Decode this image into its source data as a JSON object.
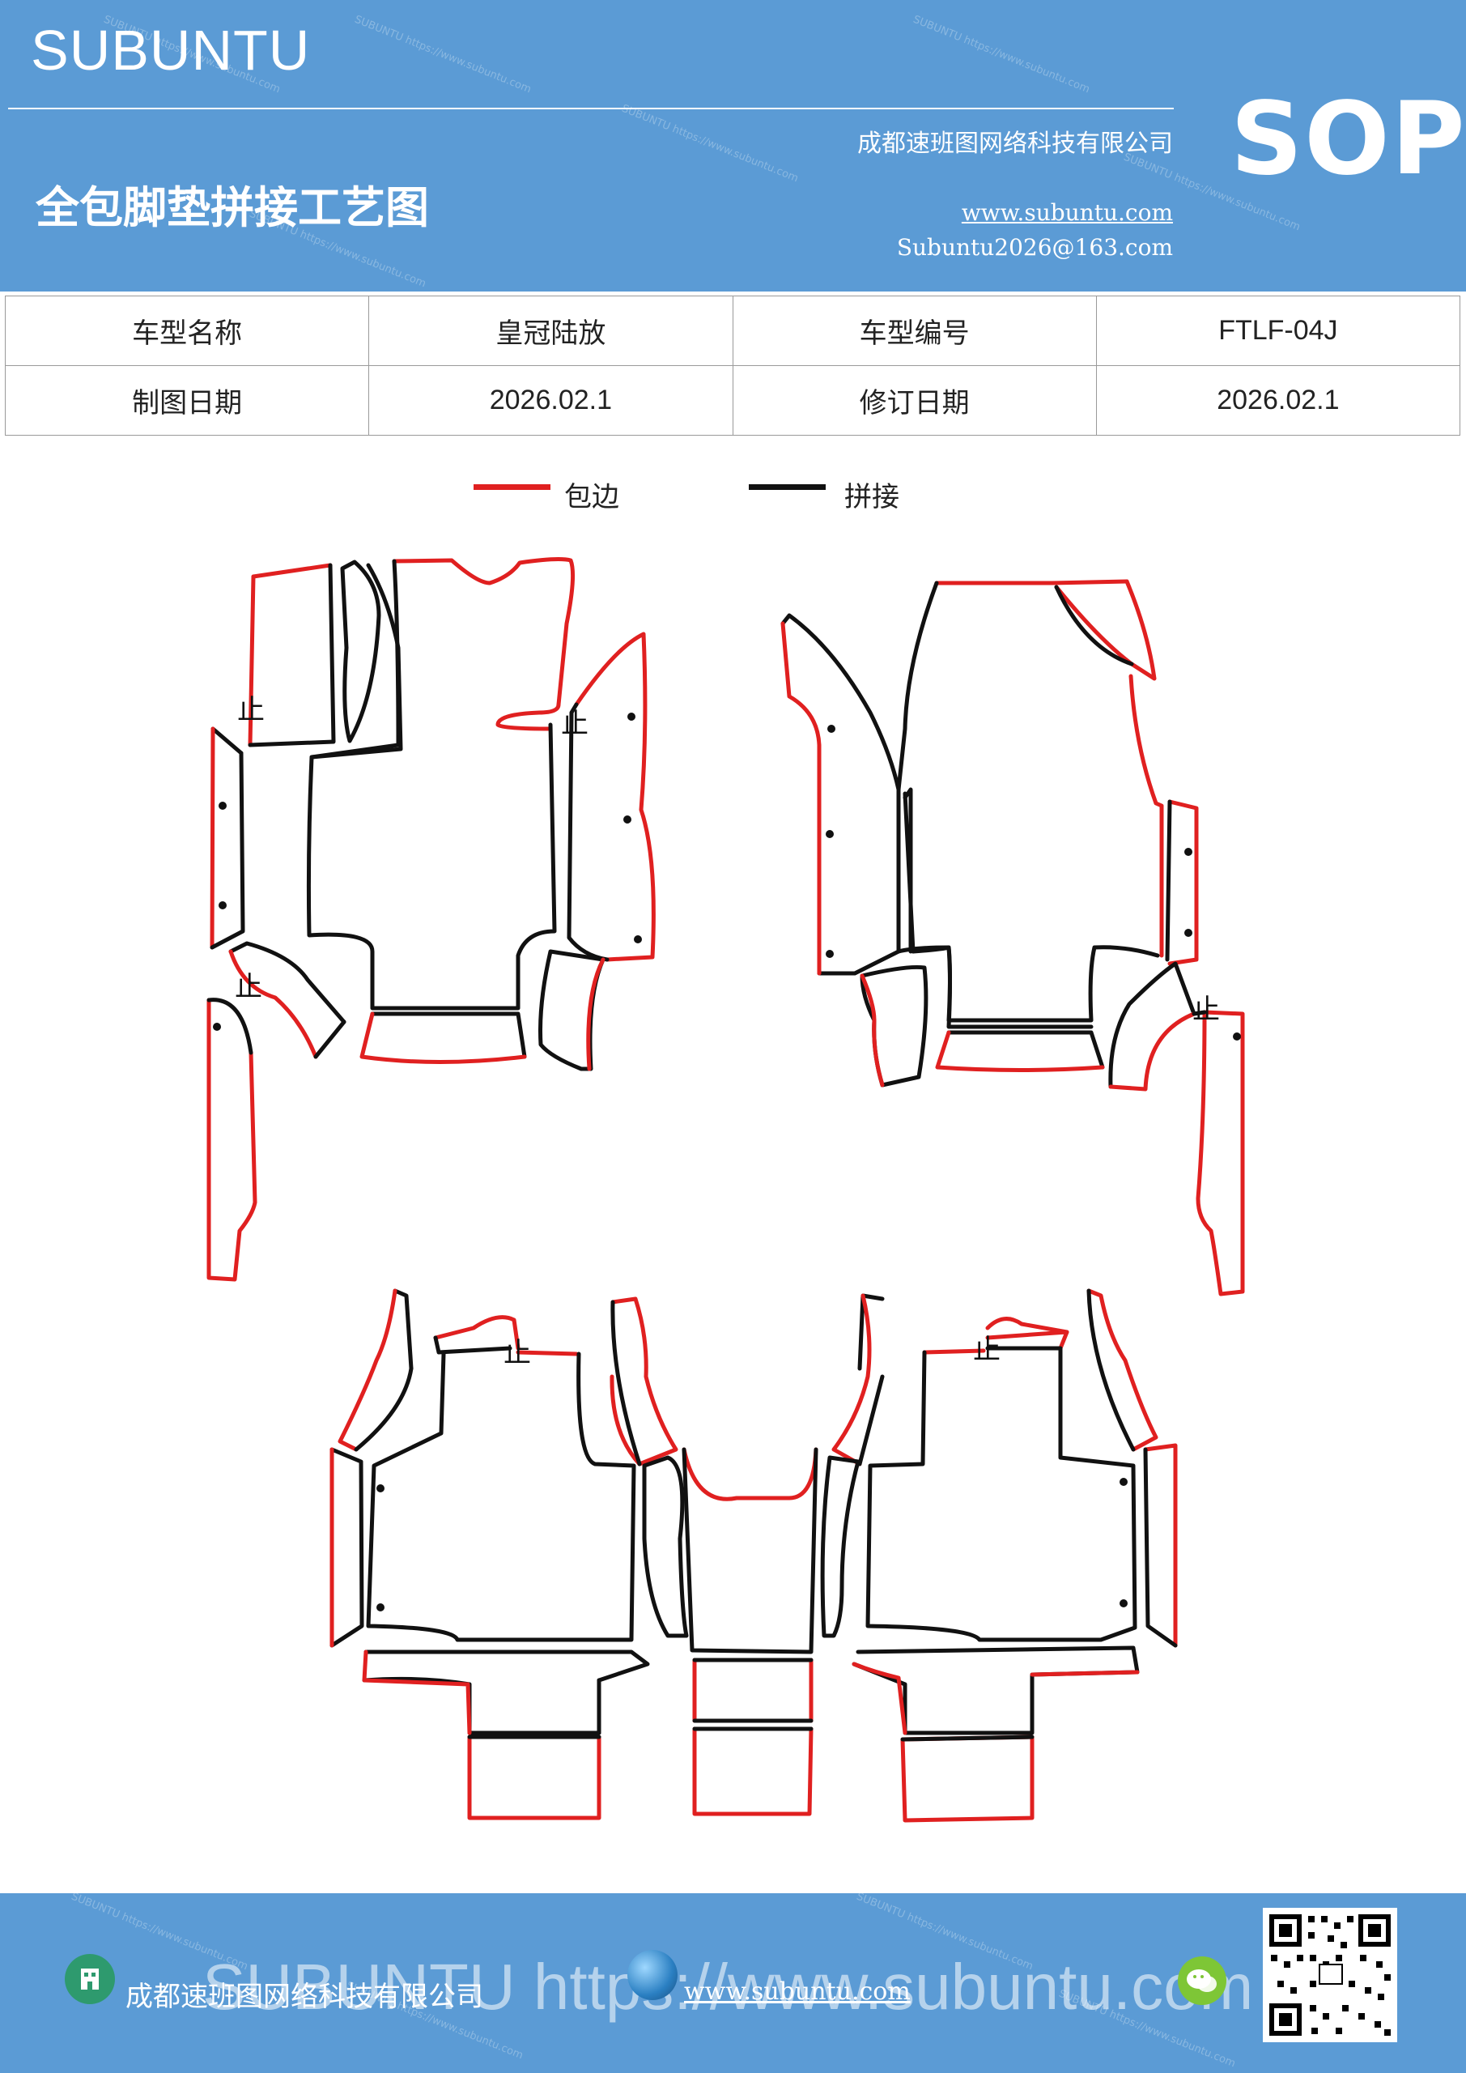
{
  "header": {
    "brand": "SUBUNTU",
    "company": "成都速班图网络科技有限公司",
    "title": "全包脚垫拼接工艺图",
    "website": "www.subuntu.com",
    "email": "Subuntu2026@163.com",
    "badge": "SOP"
  },
  "info_table": {
    "row1": {
      "label1": "车型名称",
      "value1": "皇冠陆放",
      "label2": "车型编号",
      "value2": "FTLF-04J"
    },
    "row2": {
      "label1": "制图日期",
      "value1": "2026.02.1",
      "label2": "修订日期",
      "value2": "2026.02.1"
    }
  },
  "legend": {
    "edge_label": "包边",
    "edge_color": "#e02020",
    "joint_label": "拼接",
    "joint_color": "#111111"
  },
  "diagram": {
    "marks": [
      "止",
      "止",
      "止",
      "止",
      "止",
      "止"
    ]
  },
  "footer": {
    "company": "成都速班图网络科技有限公司",
    "website": "www.subuntu.com",
    "watermark": "SUBUNTU https://www.subuntu.com",
    "icons": [
      "building-icon",
      "globe-icon",
      "wechat-icon",
      "qr-code"
    ]
  }
}
